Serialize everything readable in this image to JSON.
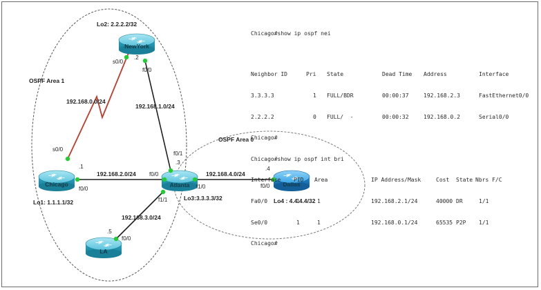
{
  "routers": {
    "newyork": {
      "name": "NewYork",
      "loopback": "Lo2: 2.2.2.2/32"
    },
    "chicago": {
      "name": "Chicago",
      "loopback": "Lo1: 1.1.1.1/32"
    },
    "atlanta": {
      "name": "Atlanta",
      "loopback": "Lo3:3.3.3.3/32"
    },
    "dallas": {
      "name": "Dallas",
      "loopback": "Lo4 : 4.4.4.4/32"
    },
    "la": {
      "name": "LA"
    }
  },
  "areas": {
    "area1": "OSPF Area 1",
    "area0": "OSPF Area 0"
  },
  "links": {
    "chicago_newyork": "192.168.0.0/24",
    "newyork_atlanta": "192.168.1.0/24",
    "chicago_atlanta": "192.168.2.0/24",
    "atlanta_la": "192.168.3.0/24",
    "atlanta_dallas": "192.168.4.0/24"
  },
  "interfaces": {
    "ny_s00": "s0/0",
    "ny_host": ".2",
    "ny_f00": "f0/0",
    "chi_s00": "s0/0",
    "chi_host": ".1",
    "chi_f00": "f0/0",
    "atl_f01": "f0/1",
    "atl_host": ".3",
    "atl_f00": "f0/0",
    "atl_f10": "f1/0",
    "atl_f11": "f1/1",
    "dal_host": ".4",
    "dal_f00": "f0/0",
    "la_host": ".5",
    "la_f00": "f0/0"
  },
  "terminal": {
    "cmd1": "Chicago#show ip ospf nei",
    "nei_headers": [
      "Neighbor ID",
      "Pri",
      "State",
      "Dead Time",
      "Address",
      "Interface"
    ],
    "nei_rows": [
      [
        "3.3.3.3",
        "1",
        "FULL/BDR",
        "00:00:37",
        "192.168.2.3",
        "FastEthernet0/0"
      ],
      [
        "2.2.2.2",
        "0",
        "FULL/  -",
        "00:00:32",
        "192.168.0.2",
        "Serial0/0"
      ]
    ],
    "prompt1": "Chicago#",
    "cmd2": "Chicago#show ip ospf int bri",
    "int_headers": [
      "Interface",
      "PID",
      "Area",
      "IP Address/Mask",
      "Cost",
      "State",
      "Nbrs F/C"
    ],
    "int_rows": [
      [
        "Fa0/0",
        "1",
        "1",
        "192.168.2.1/24",
        "40000",
        "DR",
        "1/1"
      ],
      [
        "Se0/0",
        "1",
        "1",
        "192.168.0.1/24",
        "65535",
        "P2P",
        "1/1"
      ]
    ],
    "prompt2": "Chicago#"
  },
  "colors": {
    "router_body": "#2aa9c8",
    "router_top": "#7ed3e6",
    "router_dallas": "#1f8fd6",
    "serial_link": "#c0392b",
    "eth_link": "#1e1e1e",
    "port_dot": "#22cc33"
  }
}
